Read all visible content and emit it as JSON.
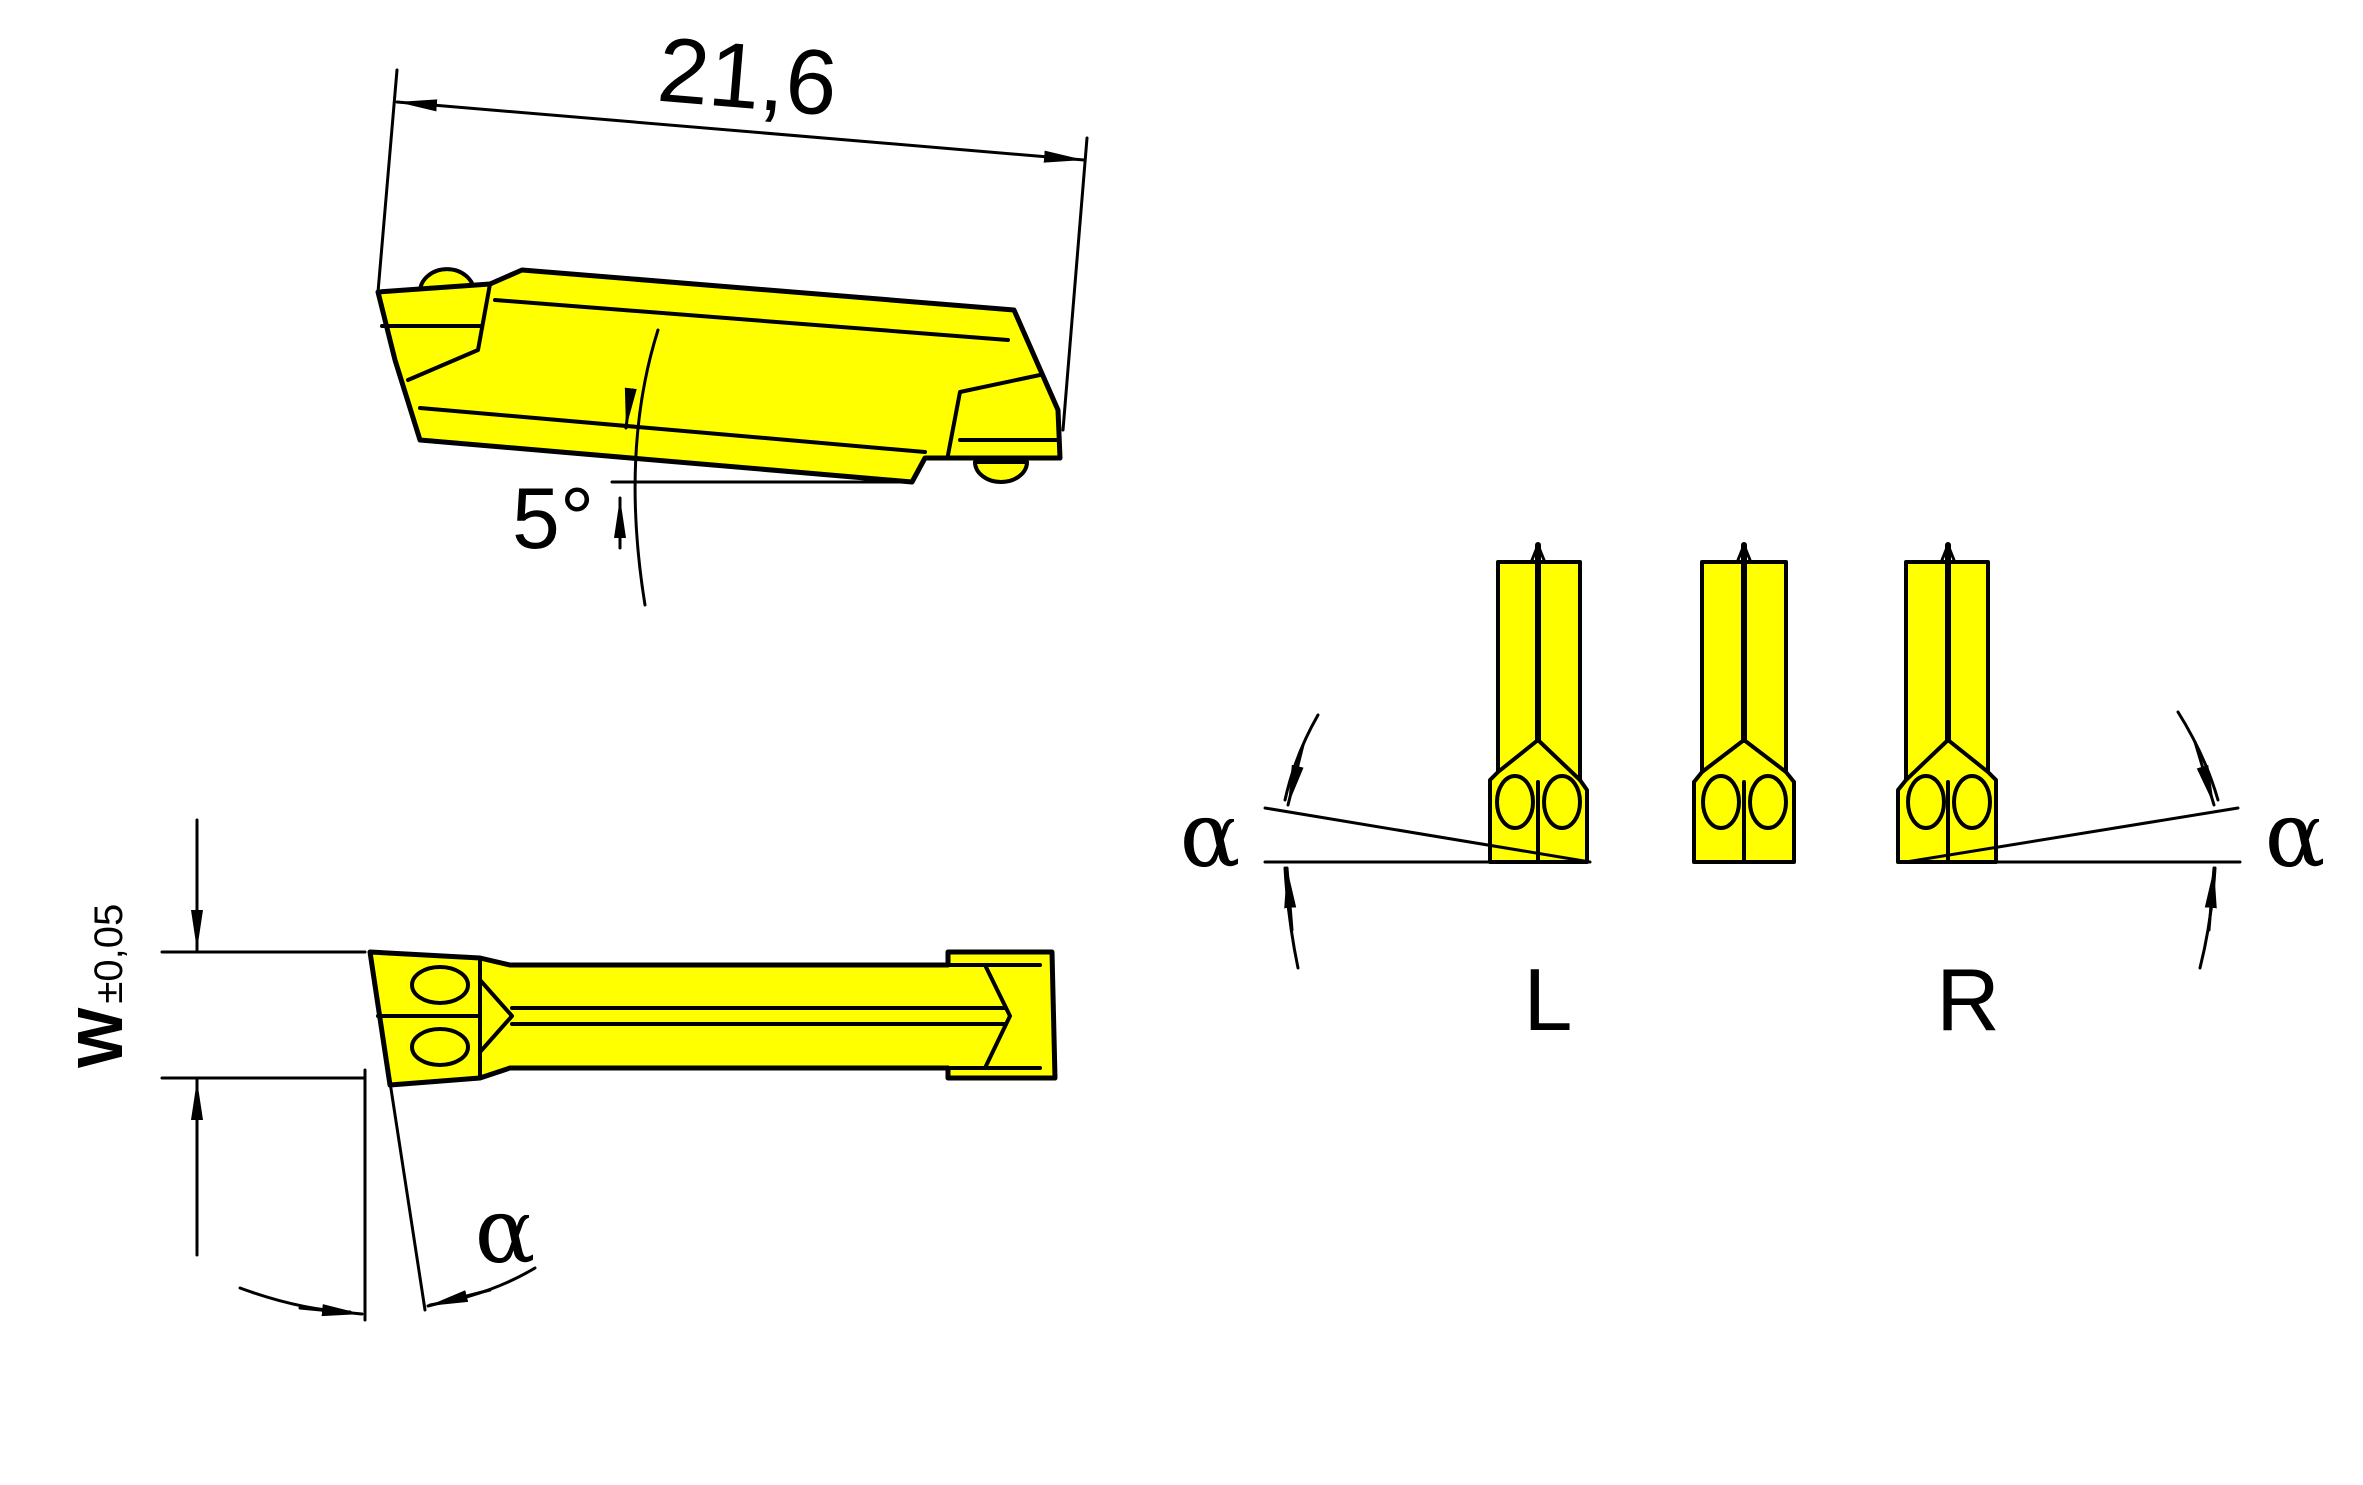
{
  "colors": {
    "insert_fill": "#ffff00",
    "outline": "#000000",
    "background": "#ffffff"
  },
  "dimensions": {
    "length": "21,6",
    "clearance_angle": "5°",
    "width_letter": "W",
    "width_tolerance": "±0,05",
    "alpha_bottom": "α",
    "alpha_left": "α",
    "alpha_right": "α"
  },
  "variants": {
    "left_label": "L",
    "right_label": "R"
  }
}
